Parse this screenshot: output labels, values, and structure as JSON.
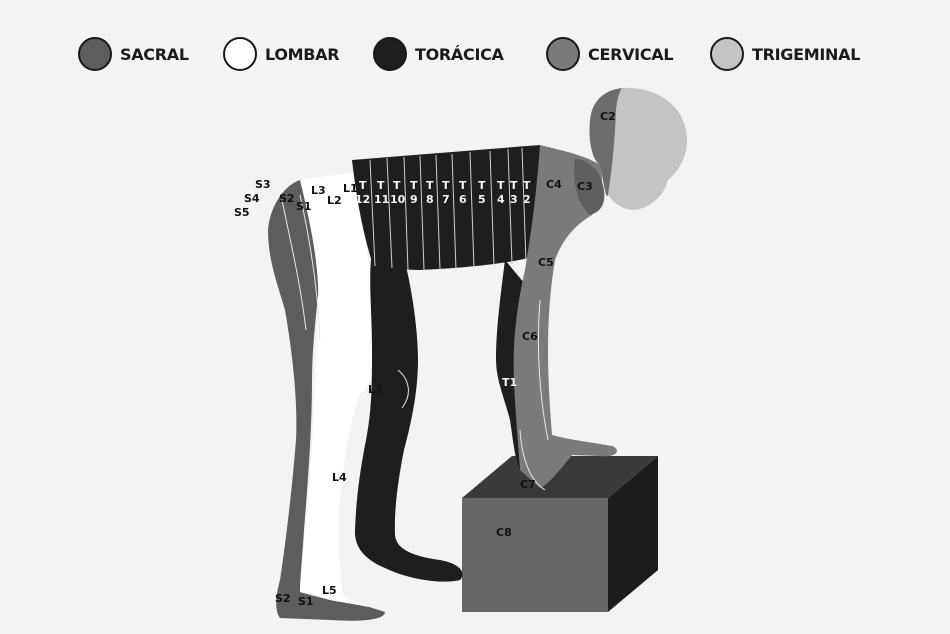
{
  "legend": [
    {
      "key": "sacral",
      "label": "SACRAL",
      "color": "#5d5d5d"
    },
    {
      "key": "lombar",
      "label": "LOMBAR",
      "color": "#ffffff"
    },
    {
      "key": "toracica",
      "label": "TORÁCICA",
      "color": "#1e1e1e"
    },
    {
      "key": "cervical",
      "label": "CERVICAL",
      "color": "#7a7a7a"
    },
    {
      "key": "trigeminal",
      "label": "TRIGEMINAL",
      "color": "#c4c4c4"
    }
  ],
  "labels": {
    "c2": "C2",
    "c3": "C3",
    "c4": "C4",
    "c5": "C5",
    "c6": "C6",
    "c7": "C7",
    "c8": "C8",
    "t1": "T1",
    "s1": "S1",
    "s2": "S2",
    "s3": "S3",
    "s4": "S4",
    "s5": "S5",
    "l1": "L1",
    "l2": "L2",
    "l3": "L3",
    "l3_leg": "L3",
    "l4": "L4",
    "l5": "L5",
    "s1_foot": "S1",
    "s2_foot": "S2"
  },
  "thoracic": [
    {
      "top": "T",
      "num": "12"
    },
    {
      "top": "T",
      "num": "11"
    },
    {
      "top": "T",
      "num": "10"
    },
    {
      "top": "T",
      "num": "9"
    },
    {
      "top": "T",
      "num": "8"
    },
    {
      "top": "T",
      "num": "7"
    },
    {
      "top": "T",
      "num": "6"
    },
    {
      "top": "T",
      "num": "5"
    },
    {
      "top": "T",
      "num": "4"
    },
    {
      "top": "T",
      "num": "3"
    },
    {
      "top": "T",
      "num": "2"
    }
  ]
}
